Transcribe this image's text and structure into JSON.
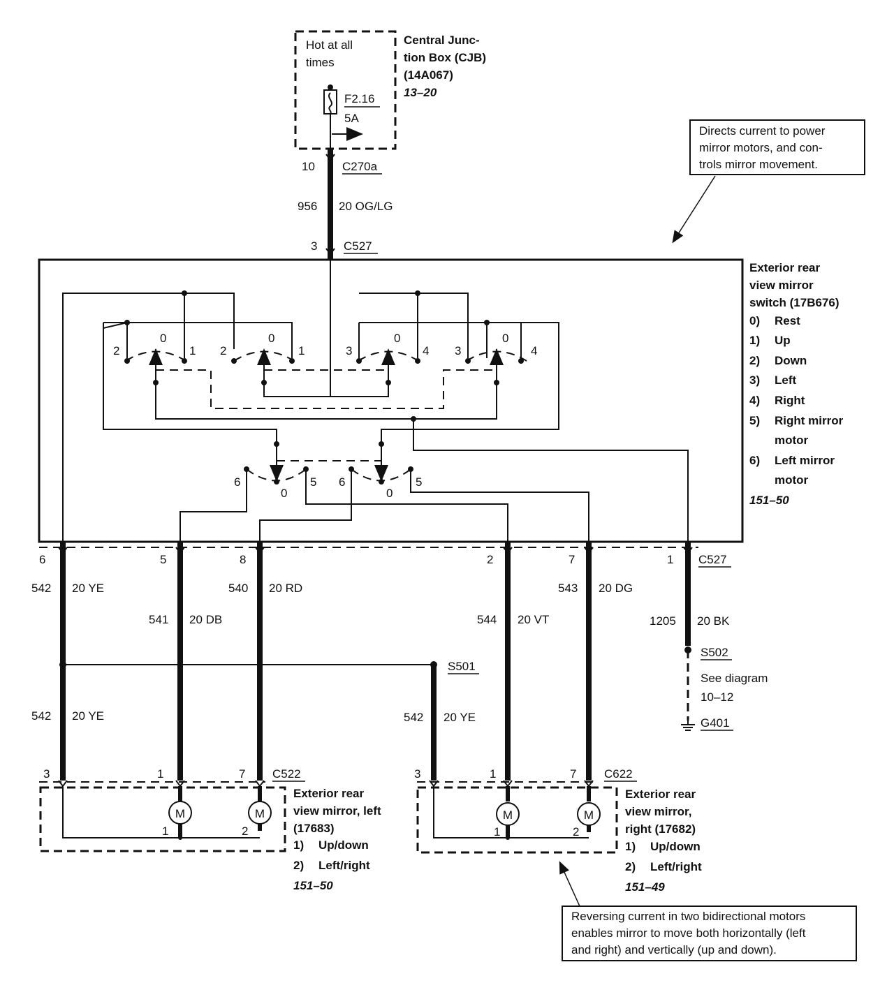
{
  "cjb": {
    "hot_label": [
      "Hot at all",
      "times"
    ],
    "fuse_id": "F2.16",
    "fuse_rating": "5A",
    "name_lines": [
      "Central Junc-",
      "tion Box (CJB)",
      "(14A067)"
    ],
    "ref": "13–20"
  },
  "top_wire": {
    "c270a_pin": "10",
    "c270a_label": "C270a",
    "circuit": "956",
    "wire": "20 OG/LG",
    "c527_pin": "3",
    "c527_label": "C527"
  },
  "callout_top": [
    "Directs current to power",
    "mirror motors, and con-",
    "trols mirror movement."
  ],
  "switch": {
    "name_lines": [
      "Exterior rear",
      "view mirror",
      "switch (17B676)"
    ],
    "legend": [
      {
        "num": "0)",
        "text": "Rest"
      },
      {
        "num": "1)",
        "text": "Up"
      },
      {
        "num": "2)",
        "text": "Down"
      },
      {
        "num": "3)",
        "text": "Left"
      },
      {
        "num": "4)",
        "text": "Right"
      },
      {
        "num": "5)",
        "text": "Right mirror"
      },
      {
        "num": "",
        "text": "motor"
      },
      {
        "num": "6)",
        "text": "Left mirror"
      },
      {
        "num": "",
        "text": "motor"
      }
    ],
    "ref": "151–50",
    "contacts_top": [
      "2",
      "0",
      "1",
      "2",
      "0",
      "1",
      "3",
      "0",
      "4",
      "3",
      "0",
      "4"
    ],
    "contacts_mid": [
      "6",
      "0",
      "5",
      "6",
      "0",
      "5"
    ]
  },
  "c527_bottom": {
    "label": "C527",
    "wires": [
      {
        "pin": "6",
        "circuit": "542",
        "wire": "20 YE"
      },
      {
        "pin": "5",
        "circuit": "541",
        "wire": "20 DB"
      },
      {
        "pin": "8",
        "circuit": "540",
        "wire": "20 RD"
      },
      {
        "pin": "2",
        "circuit": "544",
        "wire": "20 VT"
      },
      {
        "pin": "7",
        "circuit": "543",
        "wire": "20 DG"
      },
      {
        "pin": "1",
        "circuit": "1205",
        "wire": "20 BK"
      }
    ]
  },
  "s502": {
    "label": "S502",
    "see": [
      "See diagram",
      "10–12"
    ],
    "ground": "G401"
  },
  "s501": {
    "label": "S501"
  },
  "lower_left_wire": {
    "circuit": "542",
    "wire": "20 YE"
  },
  "lower_right_wire": {
    "circuit": "542",
    "wire": "20 YE"
  },
  "left_mirror": {
    "connector": "C522",
    "pins": [
      "3",
      "1",
      "7"
    ],
    "motor_pins": [
      "1",
      "2"
    ],
    "motor_glyph": "M",
    "name_lines": [
      "Exterior rear",
      "view mirror, left",
      "(17683)"
    ],
    "legend": [
      {
        "num": "1)",
        "text": "Up/down"
      },
      {
        "num": "2)",
        "text": "Left/right"
      }
    ],
    "ref": "151–50"
  },
  "right_mirror": {
    "connector": "C622",
    "pins": [
      "3",
      "1",
      "7"
    ],
    "motor_pins": [
      "1",
      "2"
    ],
    "motor_glyph": "M",
    "name_lines": [
      "Exterior rear",
      "view mirror,",
      "right (17682)"
    ],
    "legend": [
      {
        "num": "1)",
        "text": "Up/down"
      },
      {
        "num": "2)",
        "text": "Left/right"
      }
    ],
    "ref": "151–49"
  },
  "callout_bottom": [
    "Reversing current in two bidirectional motors",
    "enables mirror to move both horizontally (left",
    "and right) and vertically (up and down)."
  ]
}
